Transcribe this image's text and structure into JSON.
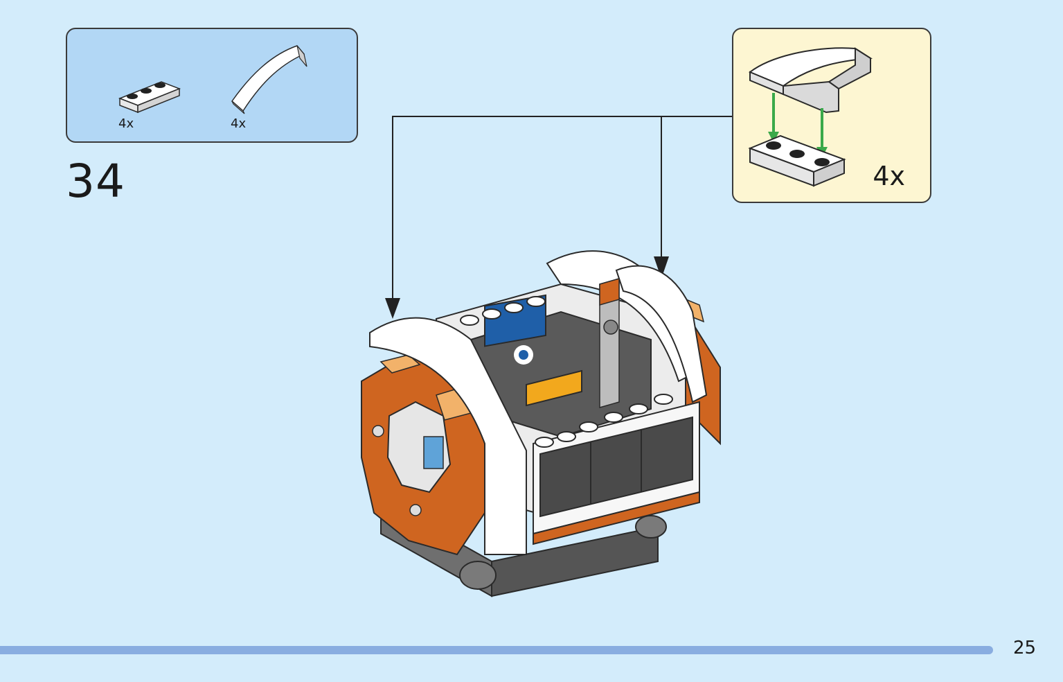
{
  "parts_list": {
    "items": [
      {
        "part": "plate-1x3-white",
        "count": "4x"
      },
      {
        "part": "curved-slope-white",
        "count": "4x"
      }
    ]
  },
  "step": {
    "number": "34"
  },
  "subassembly": {
    "count": "4x"
  },
  "page": {
    "number": "25"
  },
  "colors": {
    "background": "#d3ecfb",
    "parts_box": "#b2d7f5",
    "subassembly_box": "#fdf6d2",
    "orange": "#cf6520",
    "insert_arrow": "#3aa94a",
    "page_bar": "#89ade0"
  }
}
